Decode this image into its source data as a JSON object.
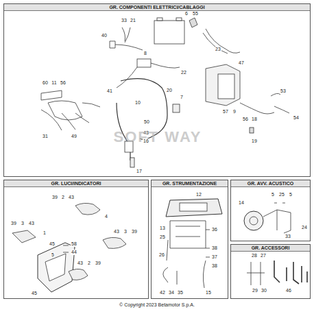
{
  "diagram": {
    "caption": "© Copyright 2023 Betamotor S.p.A.",
    "nodes": [
      {
        "text": [
          "GR. COMPONENTI ELETTRICI/CABLAGGI"
        ]
      },
      {
        "text": [
          "GR. LUCI/INDICATORI"
        ]
      },
      {
        "text": [
          "GR. STRUMENTAZIONE"
        ]
      },
      {
        "text": [
          "GR. AVV. ACUSTICO"
        ]
      },
      {
        "text": [
          "GR. ACCESSORI"
        ]
      }
    ],
    "labels": [
      "40",
      "33",
      "21",
      "6",
      "55",
      "23",
      "8",
      "41",
      "22",
      "47",
      "20",
      "7",
      "60",
      "11",
      "56",
      "10",
      "53",
      "57",
      "9",
      "50",
      "56",
      "18",
      "54",
      "31",
      "49",
      "43",
      "16",
      "19",
      "17",
      "39",
      "2",
      "43",
      "4",
      "39",
      "3",
      "43",
      "1",
      "43",
      "3",
      "39",
      "45",
      "5",
      "58",
      "44",
      "45",
      "43",
      "2",
      "39",
      "12",
      "13",
      "25",
      "26",
      "36",
      "38",
      "37",
      "38",
      "42",
      "34",
      "35",
      "15",
      "14",
      "5",
      "25",
      "5",
      "24",
      "33",
      "28",
      "27",
      "29",
      "30",
      "46",
      "SOFT WAY"
    ]
  }
}
